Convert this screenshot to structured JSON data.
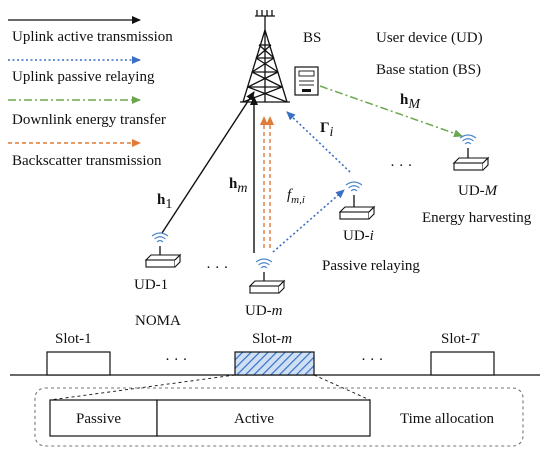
{
  "legend": {
    "uplink_active": "Uplink active transmission",
    "uplink_passive": "Uplink passive relaying",
    "downlink_energy": "Downlink energy transfer",
    "backscatter": "Backscatter transmission"
  },
  "bs_label": "BS",
  "defs": {
    "ud": "User device (UD)",
    "bs": "Base station (BS)"
  },
  "channels": {
    "h1": "h",
    "h1_sub": "1",
    "hm": "h",
    "hm_sub": "m",
    "hM": "h",
    "hM_sub": "M",
    "gamma": "Γ",
    "gamma_sub": "i",
    "f": "f",
    "f_sub": "m,i"
  },
  "devices": {
    "ud1": "UD-1",
    "udm": "UD-",
    "udm_var": "m",
    "udi": "UD-",
    "udi_var": "i",
    "udM": "UD-",
    "udM_var": "M"
  },
  "annotations": {
    "noma": "NOMA",
    "passive_relaying": "Passive relaying",
    "energy_harvesting": "Energy harvesting",
    "dots_1": "· · ·",
    "dots_2": "· · ·"
  },
  "timeline": {
    "slot1": "Slot-1",
    "slotm": "Slot-",
    "slotm_var": "m",
    "slotT": "Slot-",
    "slotT_var": "T",
    "dots_left": "· · ·",
    "dots_right": "· · ·"
  },
  "allocation": {
    "passive": "Passive",
    "active": "Active",
    "caption": "Time allocation"
  },
  "colors": {
    "active": "#111111",
    "passive": "#3a6fc4",
    "energy": "#6aa84f",
    "backscatter": "#e07b39"
  }
}
